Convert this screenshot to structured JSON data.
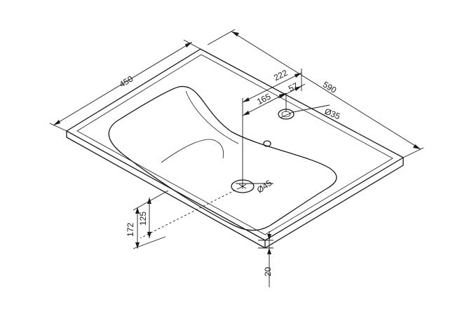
{
  "dimensions": {
    "width_side": "450",
    "length": "590",
    "hole_offset": "222",
    "tap_offset": "57",
    "drain_offset": "165",
    "tap_hole_diameter": "Ø35",
    "drain_diameter": "Ø45",
    "overall_height": "172",
    "bowl_depth": "125",
    "rim_thickness": "20"
  }
}
